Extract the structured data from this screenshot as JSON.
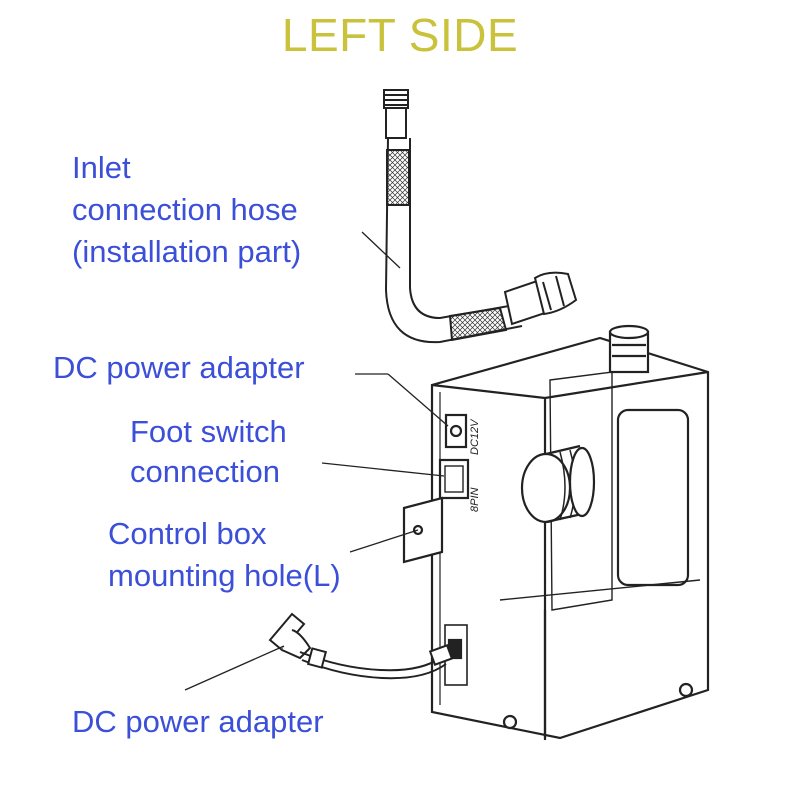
{
  "title": "LEFT SIDE",
  "colors": {
    "title": "#c9c23a",
    "label": "#3b4fd8",
    "line": "#222222"
  },
  "labels": {
    "inlet": [
      "Inlet",
      "connection hose",
      "(installation part)"
    ],
    "dc_top": "DC power adapter",
    "foot": [
      "Foot switch",
      "connection"
    ],
    "mount": [
      "Control box",
      "mounting hole(L)"
    ],
    "dc_bottom": "DC power adapter"
  },
  "device_text": {
    "dc12v": "DC12V",
    "pin": "8PIN"
  }
}
